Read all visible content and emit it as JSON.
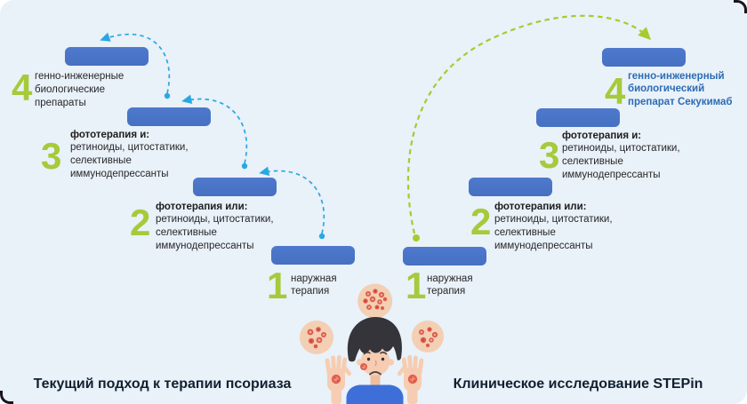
{
  "left": {
    "title": "Текущий подход к терапии псориаза",
    "steps": [
      {
        "num": "1",
        "lines": [
          "наружная",
          "терапия"
        ]
      },
      {
        "num": "2",
        "bold": "фототерапия или:",
        "lines": [
          "ретиноиды, цитостатики,",
          "селективные",
          "иммунодепрессанты"
        ]
      },
      {
        "num": "3",
        "bold": "фототерапия и:",
        "lines": [
          "ретиноиды, цитостатики,",
          "селективные",
          "иммунодепрессанты"
        ]
      },
      {
        "num": "4",
        "lines": [
          "генно-инженерные",
          "биологические",
          "препараты"
        ]
      }
    ]
  },
  "right": {
    "title": "Клиническое исследование STEPin",
    "steps": [
      {
        "num": "1",
        "lines": [
          "наружная",
          "терапия"
        ]
      },
      {
        "num": "2",
        "bold": "фототерапия или:",
        "lines": [
          "ретиноиды, цитостатики,",
          "селективные",
          "иммунодепрессанты"
        ]
      },
      {
        "num": "3",
        "bold": "фототерапия и:",
        "lines": [
          "ретиноиды, цитостатики,",
          "селективные",
          "иммунодепрессанты"
        ]
      },
      {
        "num": "4",
        "highlighted": true,
        "lines": [
          "генно-инженерный",
          "биологический",
          "препарат Секукимаб"
        ]
      }
    ]
  },
  "colors": {
    "card_background": "#e9f1f9",
    "step_bar": "#4a73c6",
    "step_number": "#a5ca3a",
    "cyan_arrow": "#2aa7e2",
    "green_arrow": "#a5cc2e",
    "highlight_text": "#2d6cb4",
    "body_text": "#272727",
    "title_text": "#102030"
  }
}
